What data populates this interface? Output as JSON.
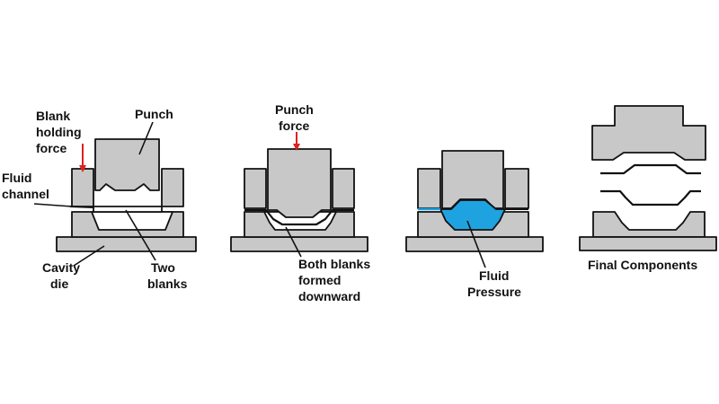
{
  "colors": {
    "steel": "#c8c8c8",
    "outline": "#111111",
    "fluid": "#1fa2e0",
    "force_arrow": "#e02020",
    "background": "#ffffff"
  },
  "stage1": {
    "blank_holding_force": [
      "Blank",
      "holding",
      "force"
    ],
    "punch": "Punch",
    "fluid_channel": [
      "Fluid",
      "channel"
    ],
    "cavity_die": [
      "Cavity",
      "die"
    ],
    "two_blanks": [
      "Two",
      "blanks"
    ]
  },
  "stage2": {
    "punch_force": [
      "Punch",
      "force"
    ],
    "both_blanks": [
      "Both blanks",
      "formed",
      "downward"
    ]
  },
  "stage3": {
    "fluid_pressure": [
      "Fluid",
      "Pressure"
    ]
  },
  "stage4": {
    "final_components": "Final Components"
  }
}
